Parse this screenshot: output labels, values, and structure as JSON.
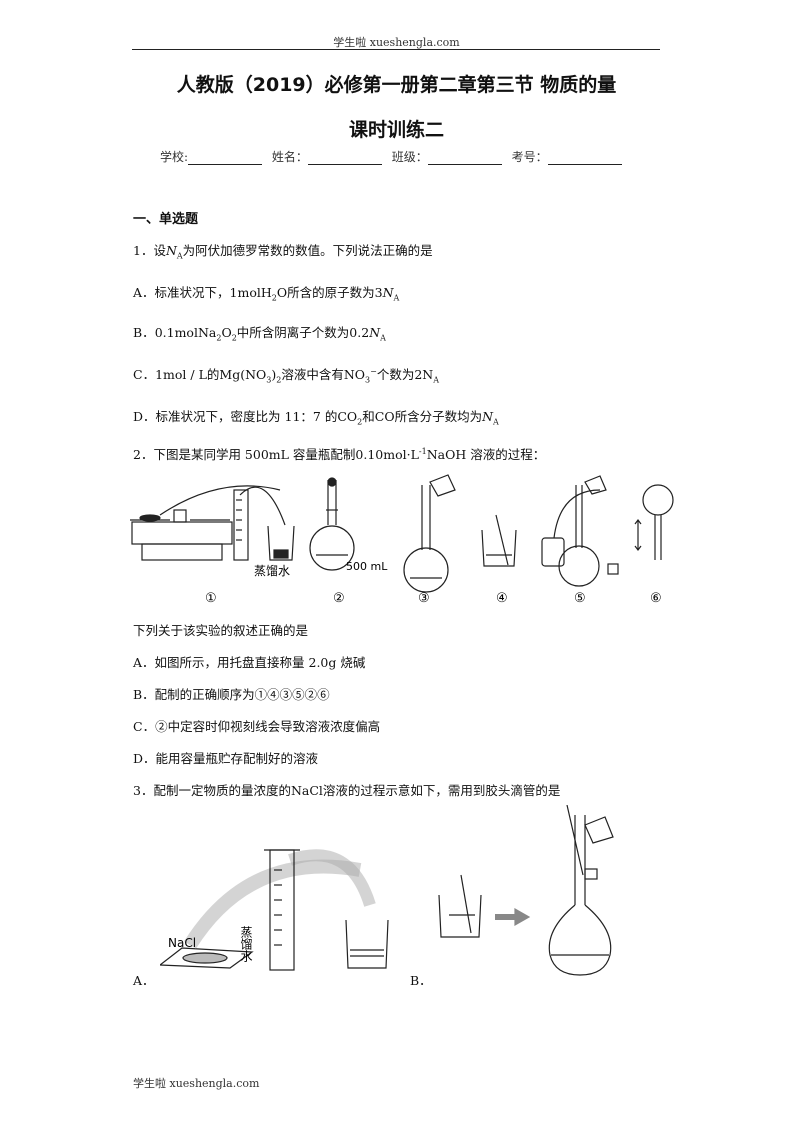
{
  "header": {
    "site": "学生啦 xueshengla.com"
  },
  "title": {
    "line1": "人教版（2019）必修第一册第二章第三节 物质的量",
    "line2": "课时训练二"
  },
  "fields": {
    "school": "学校:",
    "name": "姓名：",
    "class": "班级：",
    "number": "考号："
  },
  "section1": "一、单选题",
  "q1": {
    "stem_a": "1．设",
    "stem_b": "为阿伏加德罗常数的数值。下列说法正确的是",
    "A_a": "A．标准状况下，",
    "A_b": "所含的原子数为",
    "B_a": "B．",
    "B_b": "中所含阴离子个数为",
    "C_a": "C．",
    "C_b": "的",
    "C_c": "溶液中含有",
    "C_d": "个数为",
    "D_a": "D．标准状况下，密度比为 11：7 的",
    "D_b": "和",
    "D_c": "所含分子数均为"
  },
  "q2": {
    "stem_a": "2．下图是某同学用 500mL 容量瓶配制",
    "stem_b": "NaOH 溶液的过程：",
    "figure_labels": {
      "water": "蒸馏水",
      "flask": "500 mL"
    },
    "figure_numbers": [
      "①",
      "②",
      "③",
      "④",
      "⑤",
      "⑥"
    ],
    "prompt": "下列关于该实验的叙述正确的是",
    "A": "A．如图所示，用托盘直接称量 2.0g 烧碱",
    "B": "B．配制的正确顺序为①④③⑤②⑥",
    "C": "C．②中定容时仰视刻线会导致溶液浓度偏高",
    "D": "D．能用容量瓶贮存配制好的溶液"
  },
  "q3": {
    "stem_a": "3．配制一定物质的量浓度的",
    "stem_b": "溶液的过程示意如下，需用到胶头滴管的是",
    "figure_labels": {
      "nacl": "NaCl",
      "water_col": "蒸馏水"
    },
    "optA": "A．",
    "optB": "B．"
  },
  "footer": {
    "site": "学生啦 xueshengla.com"
  }
}
